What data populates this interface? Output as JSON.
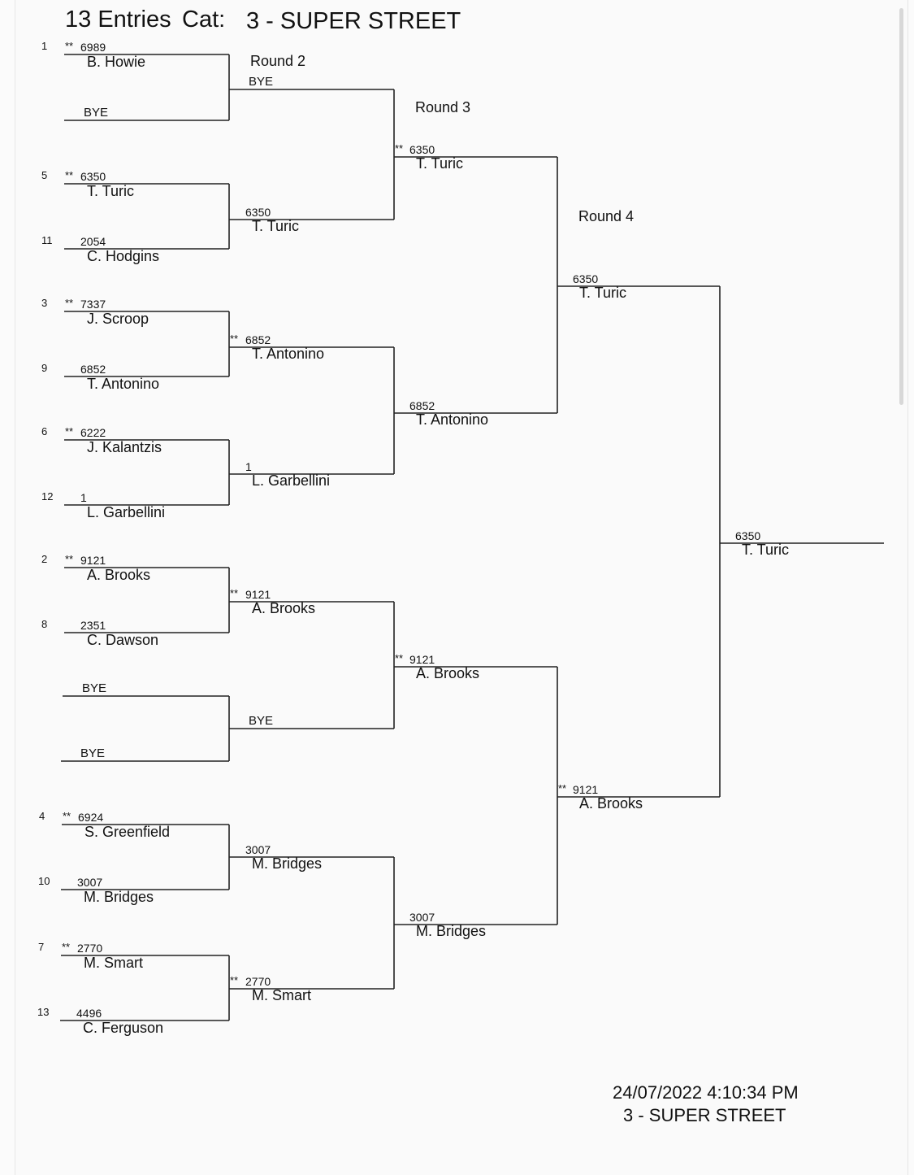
{
  "header": {
    "entries": "13 Entries",
    "cat_label": "Cat:",
    "category": "3 - SUPER STREET"
  },
  "rounds": {
    "r2": "Round 2",
    "r3": "Round 3",
    "r4": "Round 4"
  },
  "marker": "**",
  "round1": [
    {
      "seed": "1",
      "marked": true,
      "num": "6989",
      "name": "B. Howie"
    },
    {
      "seed": "",
      "marked": false,
      "num": "",
      "name": "",
      "bye": "BYE"
    },
    {
      "seed": "5",
      "marked": true,
      "num": "6350",
      "name": "T. Turic"
    },
    {
      "seed": "11",
      "marked": false,
      "num": "2054",
      "name": "C. Hodgins"
    },
    {
      "seed": "3",
      "marked": true,
      "num": "7337",
      "name": "J. Scroop"
    },
    {
      "seed": "9",
      "marked": false,
      "num": "6852",
      "name": "T. Antonino"
    },
    {
      "seed": "6",
      "marked": true,
      "num": "6222",
      "name": "J. Kalantzis"
    },
    {
      "seed": "12",
      "marked": false,
      "num": "1",
      "name": "L. Garbellini"
    },
    {
      "seed": "2",
      "marked": true,
      "num": "9121",
      "name": "A. Brooks"
    },
    {
      "seed": "8",
      "marked": false,
      "num": "2351",
      "name": "C. Dawson"
    },
    {
      "seed": "",
      "marked": false,
      "num": "",
      "name": "",
      "bye": "BYE"
    },
    {
      "seed": "",
      "marked": false,
      "num": "",
      "name": "",
      "bye": "BYE"
    },
    {
      "seed": "4",
      "marked": true,
      "num": "6924",
      "name": "S. Greenfield"
    },
    {
      "seed": "10",
      "marked": false,
      "num": "3007",
      "name": "M. Bridges"
    },
    {
      "seed": "7",
      "marked": true,
      "num": "2770",
      "name": "M. Smart"
    },
    {
      "seed": "13",
      "marked": false,
      "num": "4496",
      "name": "C. Ferguson"
    }
  ],
  "round2": [
    {
      "marked": false,
      "num": "",
      "name": "",
      "bye": "BYE"
    },
    {
      "marked": false,
      "num": "6350",
      "name": "T. Turic"
    },
    {
      "marked": true,
      "num": "6852",
      "name": "T. Antonino"
    },
    {
      "marked": false,
      "num": "1",
      "name": "L. Garbellini"
    },
    {
      "marked": true,
      "num": "9121",
      "name": "A. Brooks"
    },
    {
      "marked": false,
      "num": "",
      "name": "",
      "bye": "BYE"
    },
    {
      "marked": false,
      "num": "3007",
      "name": "M. Bridges"
    },
    {
      "marked": true,
      "num": "2770",
      "name": "M. Smart"
    }
  ],
  "round3": [
    {
      "marked": true,
      "num": "6350",
      "name": "T. Turic"
    },
    {
      "marked": false,
      "num": "6852",
      "name": "T. Antonino"
    },
    {
      "marked": true,
      "num": "9121",
      "name": "A. Brooks"
    },
    {
      "marked": false,
      "num": "3007",
      "name": "M. Bridges"
    }
  ],
  "round4": [
    {
      "marked": false,
      "num": "6350",
      "name": "T. Turic"
    },
    {
      "marked": true,
      "num": "9121",
      "name": "A. Brooks"
    }
  ],
  "final": {
    "marked": false,
    "num": "6350",
    "name": "T. Turic"
  },
  "footer": {
    "timestamp": "24/07/2022 4:10:34 PM",
    "category": "3 - SUPER STREET"
  }
}
